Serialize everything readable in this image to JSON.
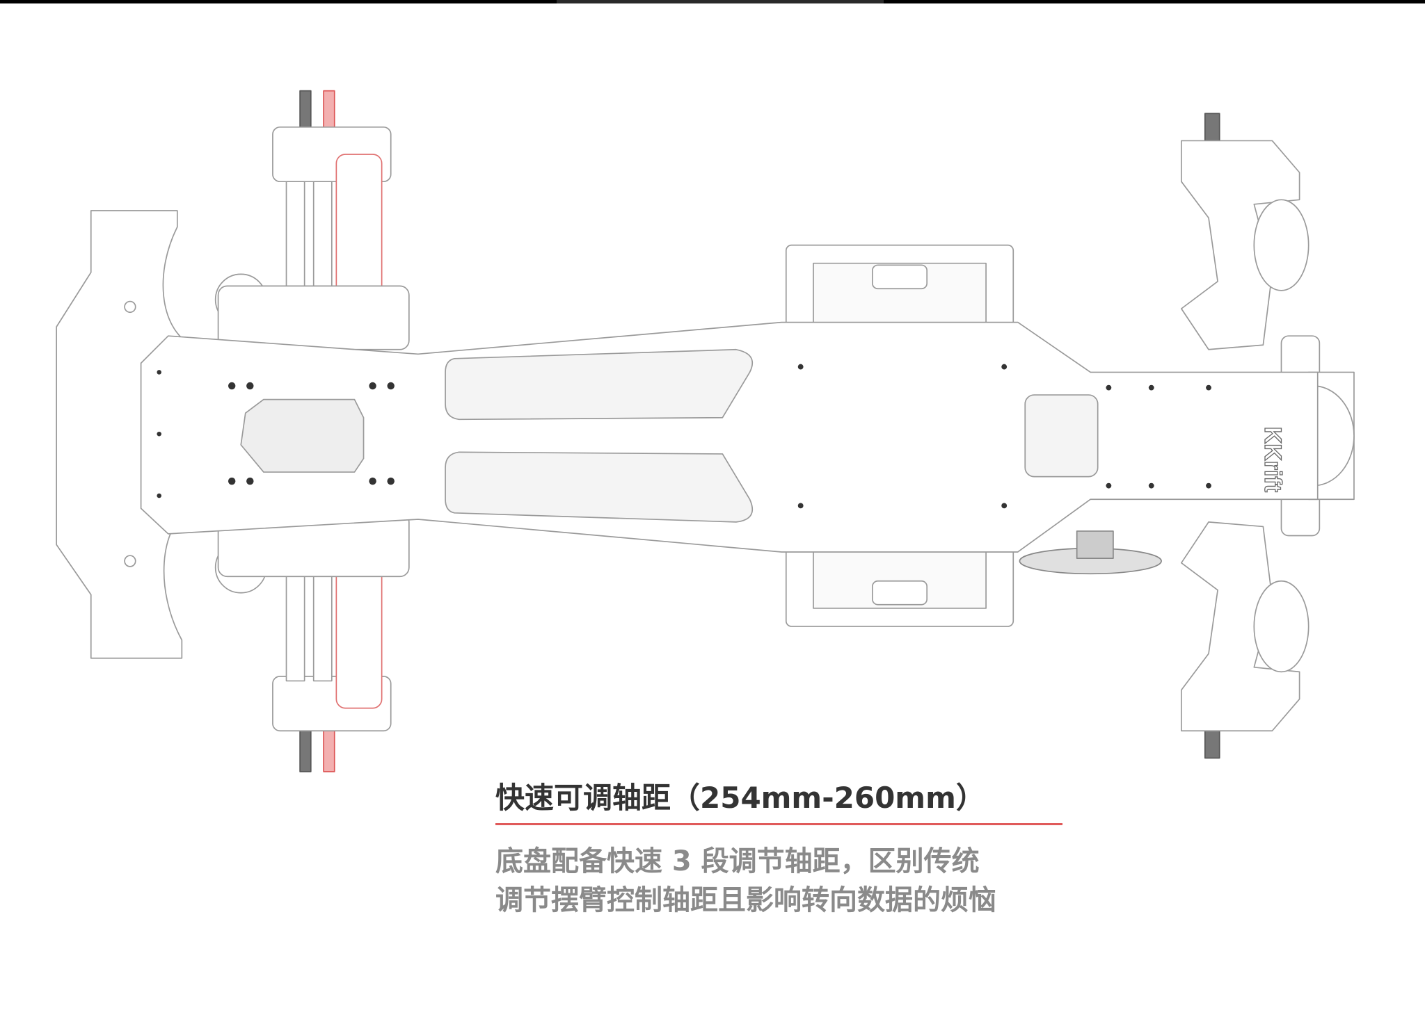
{
  "caption": {
    "title": "快速可调轴距（254mm-260mm）",
    "body_line1": "底盘配备快速 3 段调节轴距，区别传统",
    "body_line2": "调节摆臂控制轴距且影响转向数据的烦恼"
  },
  "logo_text": "KKrift",
  "colors": {
    "accent": "#e05a5a",
    "title": "#333333",
    "body": "#8a8a8a"
  }
}
